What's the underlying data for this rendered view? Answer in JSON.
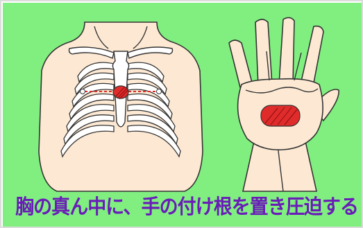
{
  "caption": "胸の真ん中に、手の付け根を置き圧迫する",
  "colors": {
    "background": "#80ef80",
    "skin": "#fde9d3",
    "outline": "#333333",
    "rib_fill": "#ffffff",
    "target_red": "#e02b2b",
    "caption_text": "#6a1bb8",
    "frame_border": "#dcdcdc"
  },
  "figures": {
    "torso": {
      "icon": "torso-ribcage-icon",
      "marks": [
        "sternum",
        "ribcage",
        "compression-point",
        "nipple-line"
      ]
    },
    "hands": {
      "icon": "interlocked-hands-icon",
      "marks": [
        "heel-of-hand-area"
      ]
    }
  }
}
